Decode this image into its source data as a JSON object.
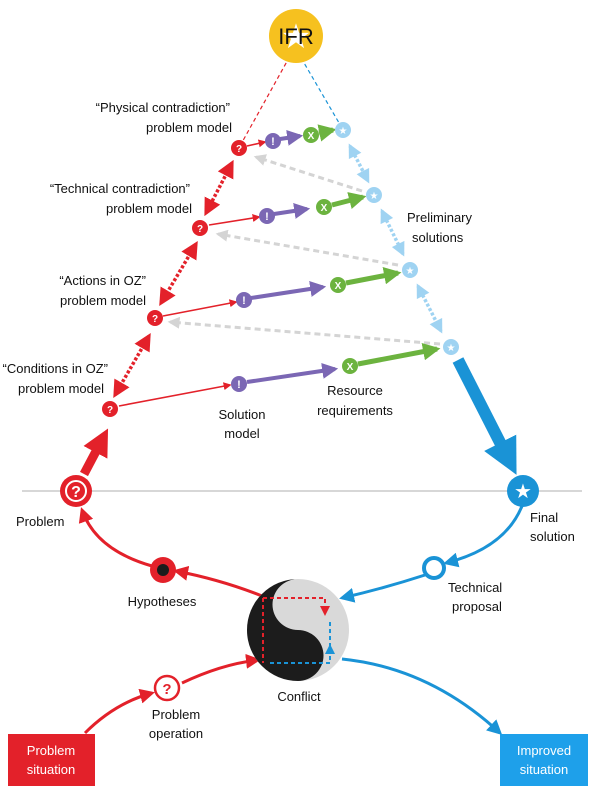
{
  "apex": {
    "label": "IFR"
  },
  "left_labels": [
    {
      "line1": "“Physical contradiction”",
      "line2": "problem model"
    },
    {
      "line1": "“Technical contradiction”",
      "line2": "problem model"
    },
    {
      "line1": "“Actions in OZ”",
      "line2": "problem model"
    },
    {
      "line1": "“Conditions in OZ”",
      "line2": "problem model"
    }
  ],
  "right_labels": {
    "preliminary": {
      "line1": "Preliminary",
      "line2": "solutions"
    },
    "resource": {
      "line1": "Resource",
      "line2": "requirements"
    },
    "solution_model": {
      "line1": "Solution",
      "line2": "model"
    }
  },
  "cycle_labels": {
    "problem": "Problem",
    "final": {
      "line1": "Final",
      "line2": "solution"
    },
    "hypotheses": "Hypotheses",
    "technical": {
      "line1": "Technical",
      "line2": "proposal"
    },
    "conflict": "Conflict",
    "problem_operation": {
      "line1": "Problem",
      "line2": "operation"
    }
  },
  "boxes": {
    "problem_situation": {
      "line1": "Problem",
      "line2": "situation"
    },
    "improved_situation": {
      "line1": "Improved",
      "line2": "situation"
    }
  },
  "glyphs": {
    "question": "?",
    "insight": "!",
    "cross": "X",
    "star": "★"
  },
  "colors": {
    "red": "#e3212a",
    "blue": "#1a93d6",
    "light_blue": "#9fd3f2",
    "purple": "#7b67b4",
    "green": "#6cb33f",
    "gray": "#d4d4d4",
    "gold": "#f6c11f",
    "box_red": "#e3212a",
    "box_blue": "#1ea0ea"
  }
}
